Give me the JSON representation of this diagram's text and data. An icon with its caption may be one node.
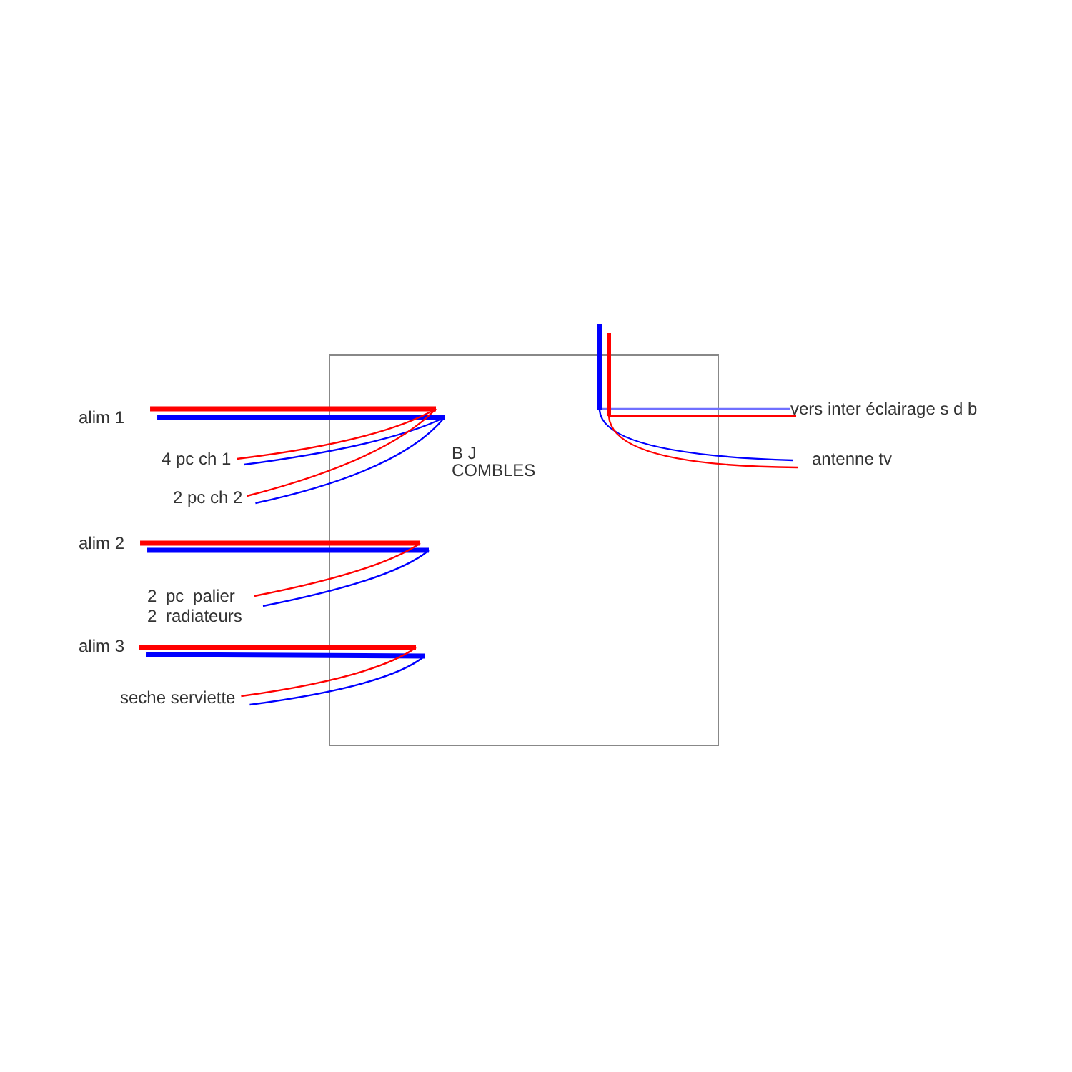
{
  "diagram": {
    "nodes": [
      {
        "text": [
          "B J COMBLES"
        ]
      },
      {
        "text": [
          "alim 1"
        ]
      },
      {
        "text": [
          "4 pc ch 1"
        ]
      },
      {
        "text": [
          "2 pc ch 2"
        ]
      },
      {
        "text": [
          "alim 2"
        ]
      },
      {
        "text": [
          "2 pc palier 2 radiateurs"
        ]
      },
      {
        "text": [
          "alim 3"
        ]
      },
      {
        "text": [
          "seche serviette"
        ]
      },
      {
        "text": [
          "vers inter éclairage s d b"
        ]
      },
      {
        "text": [
          "antenne tv"
        ]
      }
    ],
    "edges": [
      {
        "from": 1,
        "to": 0,
        "arrow": "none",
        "style": "thick",
        "color": "#ff0000"
      },
      {
        "from": 1,
        "to": 0,
        "arrow": "none",
        "style": "thick",
        "color": "#0000ff"
      },
      {
        "from": 2,
        "to": 0,
        "arrow": "none",
        "color": "#ff0000"
      },
      {
        "from": 2,
        "to": 0,
        "arrow": "none",
        "color": "#0000ff"
      },
      {
        "from": 3,
        "to": 0,
        "arrow": "none",
        "color": "#ff0000"
      },
      {
        "from": 3,
        "to": 0,
        "arrow": "none",
        "color": "#0000ff"
      },
      {
        "from": 4,
        "to": 0,
        "arrow": "none",
        "style": "thick",
        "color": "#ff0000"
      },
      {
        "from": 4,
        "to": 0,
        "arrow": "none",
        "style": "thick",
        "color": "#0000ff"
      },
      {
        "from": 5,
        "to": 0,
        "arrow": "none",
        "color": "#ff0000"
      },
      {
        "from": 5,
        "to": 0,
        "arrow": "none",
        "color": "#0000ff"
      },
      {
        "from": 6,
        "to": 0,
        "arrow": "none",
        "style": "thick",
        "color": "#ff0000"
      },
      {
        "from": 6,
        "to": 0,
        "arrow": "none",
        "style": "thick",
        "color": "#0000ff"
      },
      {
        "from": 7,
        "to": 0,
        "arrow": "none",
        "color": "#ff0000"
      },
      {
        "from": 7,
        "to": 0,
        "arrow": "none",
        "color": "#0000ff"
      },
      {
        "from": 8,
        "to": 0,
        "arrow": "none",
        "color": "#7070ff"
      },
      {
        "from": 8,
        "to": 0,
        "arrow": "none",
        "color": "#ff0000"
      },
      {
        "from": 9,
        "to": 0,
        "arrow": "none",
        "color": "#0000ff"
      },
      {
        "from": 9,
        "to": 0,
        "arrow": "none",
        "color": "#ff0000"
      },
      {
        "from": null,
        "to": 0,
        "arrow": "none",
        "style": "thick",
        "color": "#0000ff"
      },
      {
        "from": null,
        "to": 0,
        "arrow": "none",
        "style": "thick",
        "color": "#ff0000"
      }
    ]
  }
}
